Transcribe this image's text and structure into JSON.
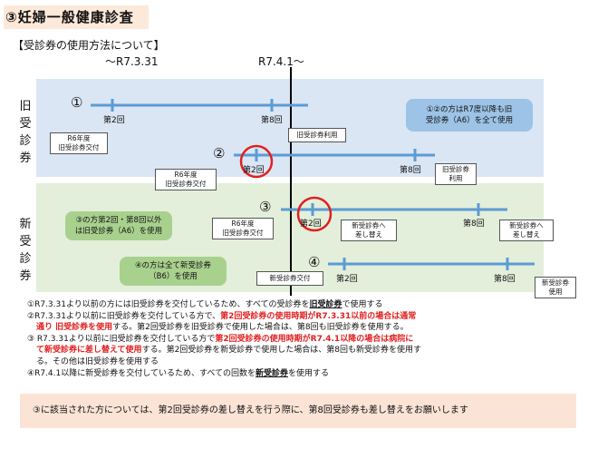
{
  "title": "③妊婦一般健康診査",
  "subtitle": "【受診券の使用方法について】",
  "period_before": "～R7.3.31",
  "period_after": "R7.4.1～",
  "side_old": [
    "旧",
    "受",
    "診",
    "券"
  ],
  "side_new": [
    "新",
    "受",
    "診",
    "券"
  ],
  "rows": {
    "r1": {
      "num": "①",
      "c2": "第2回",
      "c8": "第8回",
      "issue": [
        "R6年度",
        "旧受診券交付"
      ],
      "end_box": "旧受診券利用"
    },
    "r2": {
      "num": "②",
      "c2": "第2回",
      "c8": "第8回",
      "issue": [
        "R6年度",
        "旧受診券交付"
      ],
      "end_box": [
        "旧受診券",
        "利用"
      ]
    },
    "r3": {
      "num": "③",
      "c2": "第2回",
      "c8": "第8回",
      "issue": [
        "R6年度",
        "旧受診券交付"
      ],
      "mid_box": [
        "新受診券へ",
        "差し替え"
      ],
      "end_box": [
        "新受診券へ",
        "差し替え"
      ]
    },
    "r4": {
      "num": "④",
      "c2": "第2回",
      "c8": "第8回",
      "issue": "新受診券交付",
      "end_box": [
        "新受診券",
        "使用"
      ]
    }
  },
  "note_old": [
    "①②の方はR7度以降も旧",
    "受診券（A6）を全て使用"
  ],
  "note_new1": [
    "③の方第2回・第8回以外",
    "は旧受診券（A6）を使用"
  ],
  "note_new2": [
    "④の方は全て新受診券",
    "（B6）を使用"
  ],
  "explain": {
    "l1a": "①R7.3.31より以前の方には旧受診券を交付しているため、すべての受診券を",
    "l1b": "旧受診券",
    "l1c": "で使用する",
    "l2a": "②R7.3.31より以前に旧受診券を交付している方で、",
    "l2b": "第2回受診券の使用時期がR7.3.31以前の場合は通常",
    "l3a": "通り 旧受診券を使用",
    "l3b": "する。第2回受診券を旧受診券で使用した場合は、第8回も旧受診券を使用する。",
    "l4a": "③ R7.3.31より以前に旧受診券を交付している方で",
    "l4b": "第2回受診券の使用時期がR7.4.1以降の場合は病院に",
    "l5a": "て新受診券に差し替えて使用",
    "l5b": "する。第2回受診券を新受診券で使用した場合は、第8回も新受診券を使用す",
    "l6": "る。その他は旧受診券を使用する",
    "l7a": "④R7.4.1以降に新受診券を交付しているため、すべての回数を",
    "l7b": "新受診券",
    "l7c": "を使用する"
  },
  "footer": "③に該当された方については、第2回受診券の差し替えを行う際に、第8回受診券も差し替えをお願いします",
  "colors": {
    "line": "#5b9bd5",
    "circle": "#e02020",
    "band_old": "#dae6f4",
    "band_new": "#e3efda",
    "footer": "#fbe4d6"
  }
}
